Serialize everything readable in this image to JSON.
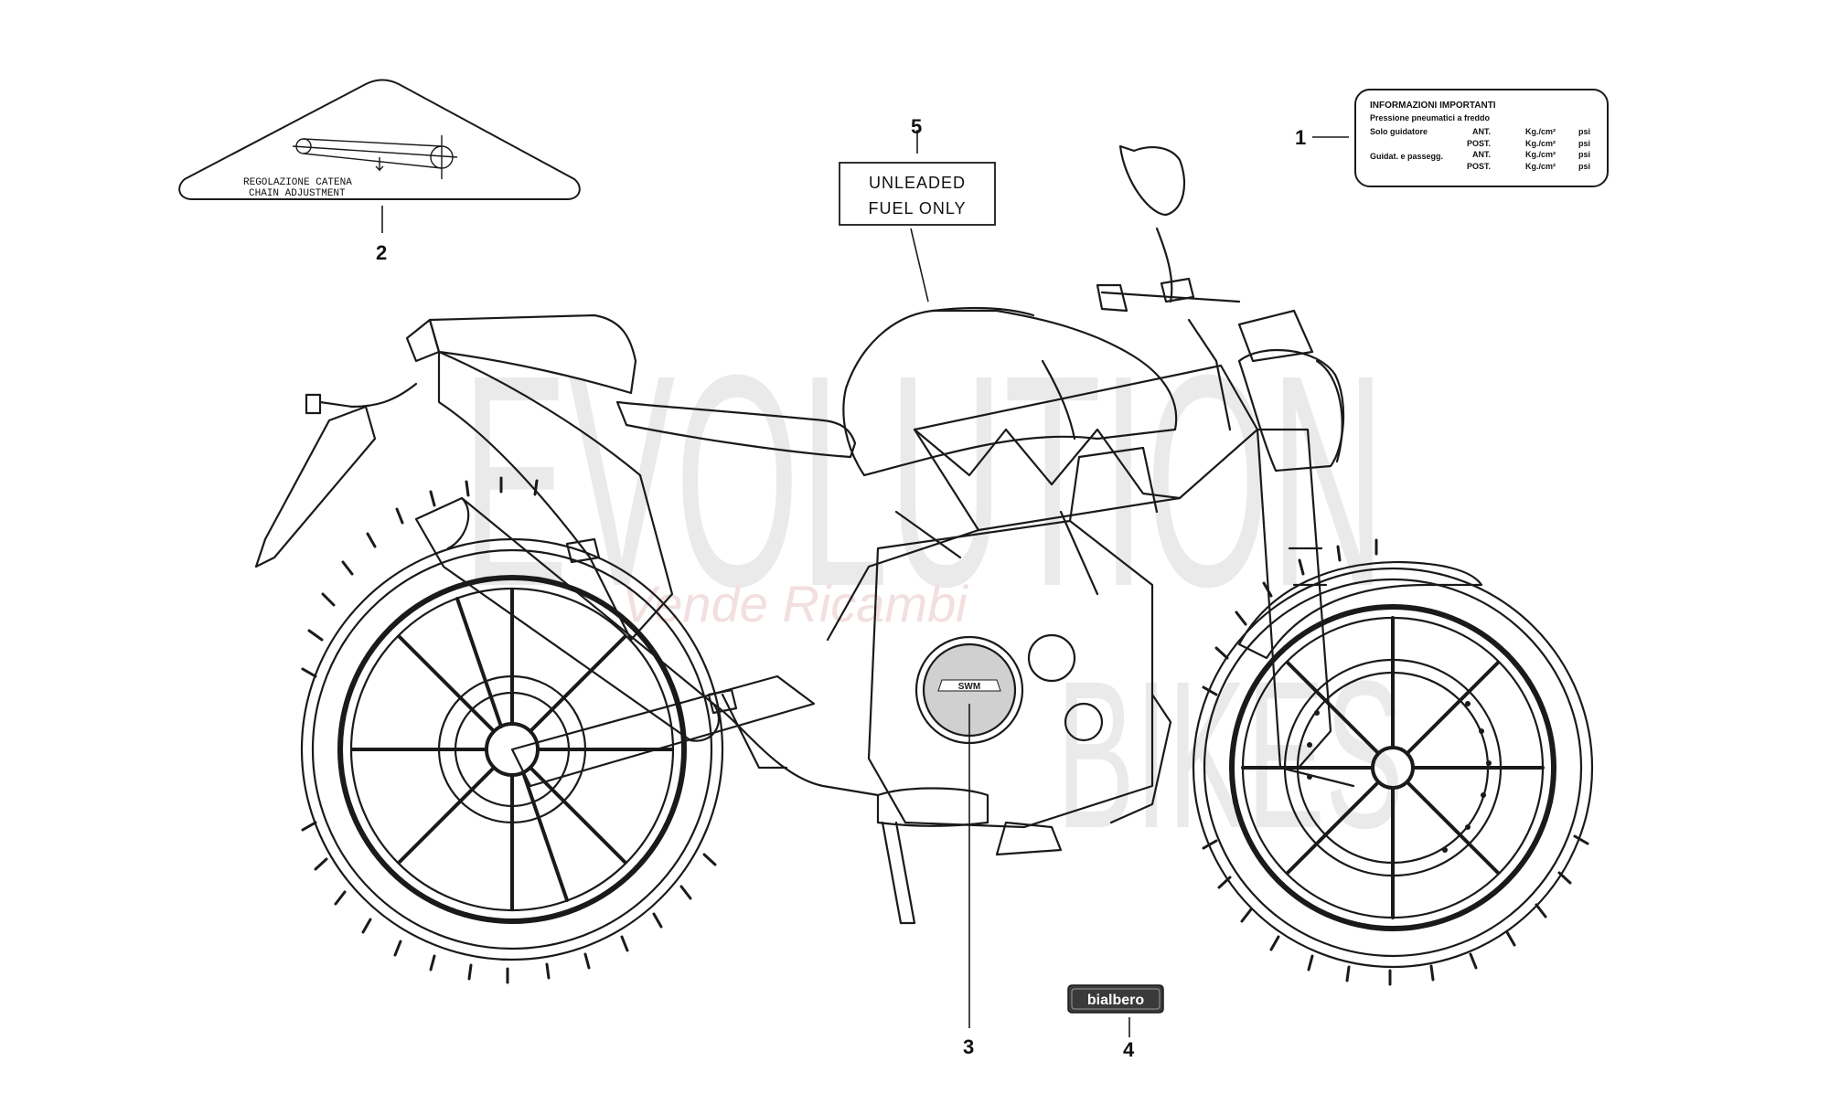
{
  "diagram": {
    "colors": {
      "line": "#1a1a1a",
      "watermark": "#d9d9d9",
      "watermark_script": "#e8c6c6",
      "badge_bg": "#3a3a3a"
    },
    "callouts": [
      {
        "number": "1",
        "part": "tyre-pressure-label"
      },
      {
        "number": "2",
        "part": "chain-adjustment-label"
      },
      {
        "number": "3",
        "part": "clutch-cover-logo"
      },
      {
        "number": "4",
        "part": "bialbero-badge"
      },
      {
        "number": "5",
        "part": "fuel-label"
      }
    ],
    "chain_label": {
      "line1": "REGOLAZIONE CATENA",
      "line2": "CHAIN ADJUSTMENT"
    },
    "fuel_label": {
      "line1": "UNLEADED",
      "line2": "FUEL ONLY"
    },
    "tyre_label": {
      "title": "INFORMAZIONI IMPORTANTI",
      "subtitle": "Pressione pneumatici a freddo",
      "rider": "Solo guidatore",
      "rider_passenger": "Guidat. e passegg.",
      "front": "ANT.",
      "rear": "POST.",
      "unit": "Kg./cm²",
      "psi": "psi"
    },
    "badge_text": "bialbero",
    "logo_text": "SWM",
    "watermark": {
      "main": "EVOLUTION",
      "bikes": "BIKES",
      "script": "Vende Ricambi"
    }
  }
}
